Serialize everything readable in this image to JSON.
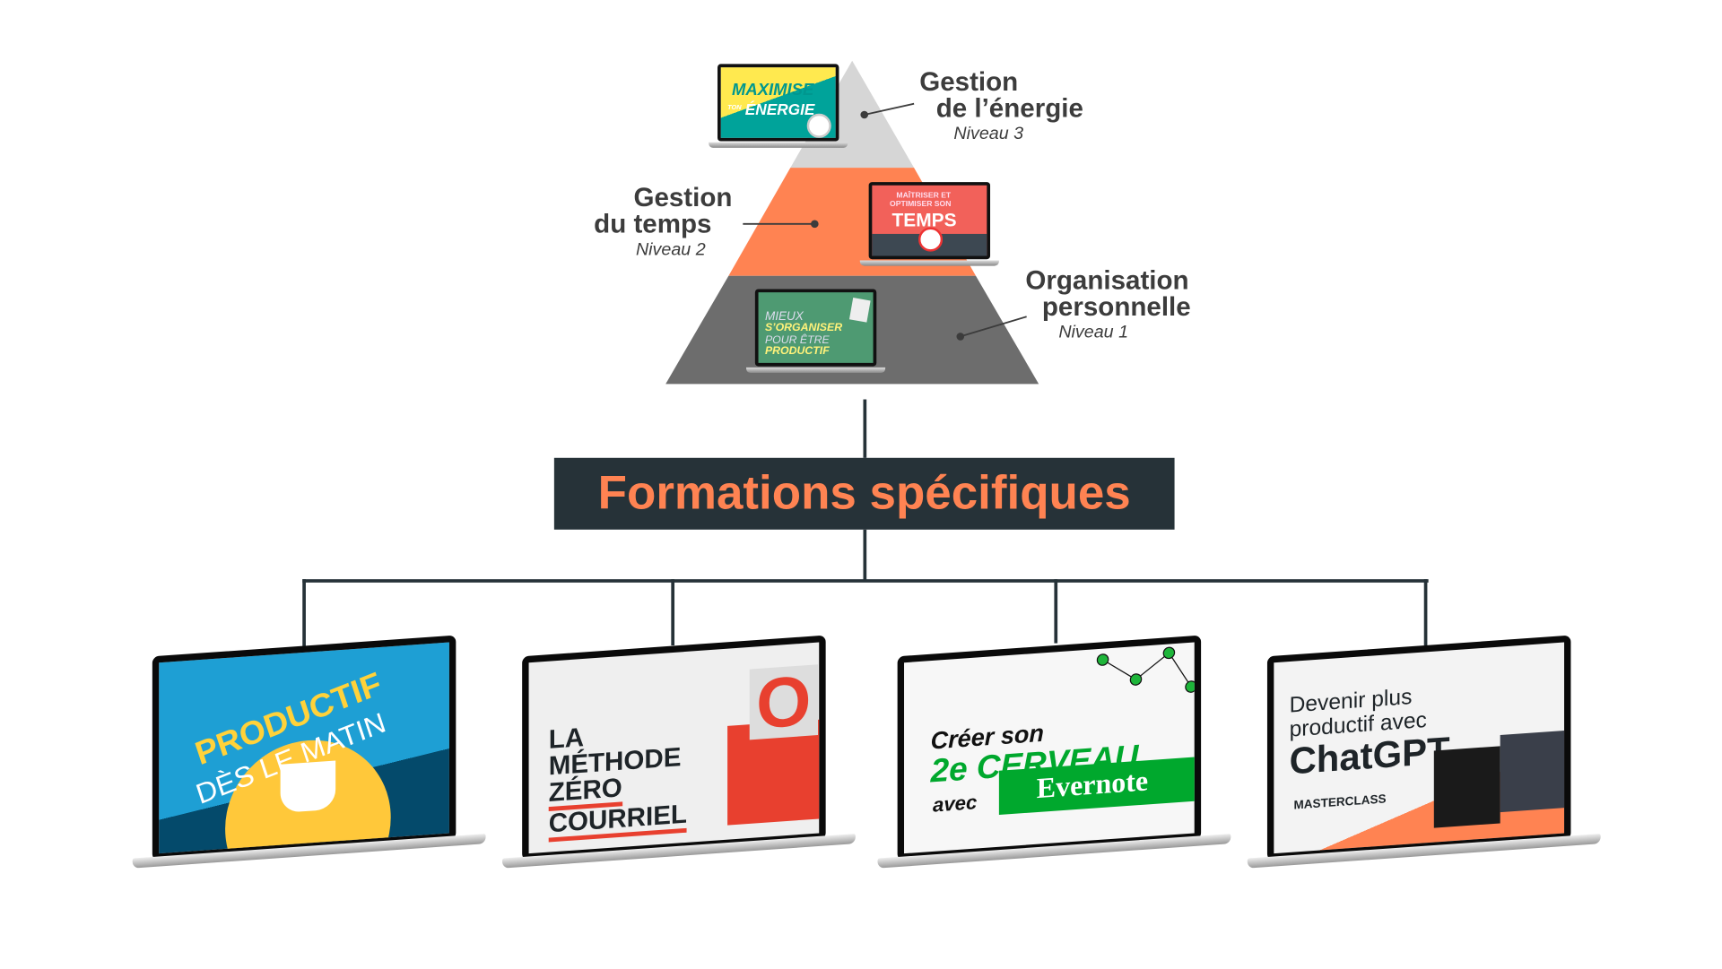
{
  "pyramid": {
    "levels": [
      {
        "title_line1": "Gestion",
        "title_line2": "de l’énergie",
        "level": "Niveau 3",
        "color": "#d6d6d6",
        "course": {
          "line1": "MAXIMISE",
          "small": "TON",
          "line2": "ÉNERGIE"
        }
      },
      {
        "title_line1": "Gestion",
        "title_line2": "du temps",
        "level": "Niveau 2",
        "color": "#ff8352",
        "course": {
          "line1": "MAÎTRISER ET",
          "line2": "OPTIMISER SON",
          "line3": "TEMPS"
        }
      },
      {
        "title_line1": "Organisation",
        "title_line2": "personnelle",
        "level": "Niveau 1",
        "color": "#6d6d6d",
        "course": {
          "line1": "MIEUX",
          "line2": "S’ORGANISER",
          "line3": "POUR ÊTRE",
          "line4": "PRODUCTIF"
        }
      }
    ]
  },
  "heading": {
    "text": "Formations spécifiques",
    "bg": "#263238",
    "color": "#ff8352"
  },
  "courses": [
    {
      "line1": "PRODUCTIF",
      "line2": "DÈS LE MATIN"
    },
    {
      "line1": "LA",
      "line2": "MÉTHODE",
      "line3": "ZÉRO",
      "line4": "COURRIEL",
      "icon": "O"
    },
    {
      "line1": "Créer son",
      "line2": "2e CERVEAU",
      "line3": "avec",
      "brand": "Evernote"
    },
    {
      "line1": "Devenir plus",
      "line2": "productif avec",
      "line3": "ChatGPT",
      "tag": "MASTERCLASS"
    }
  ]
}
